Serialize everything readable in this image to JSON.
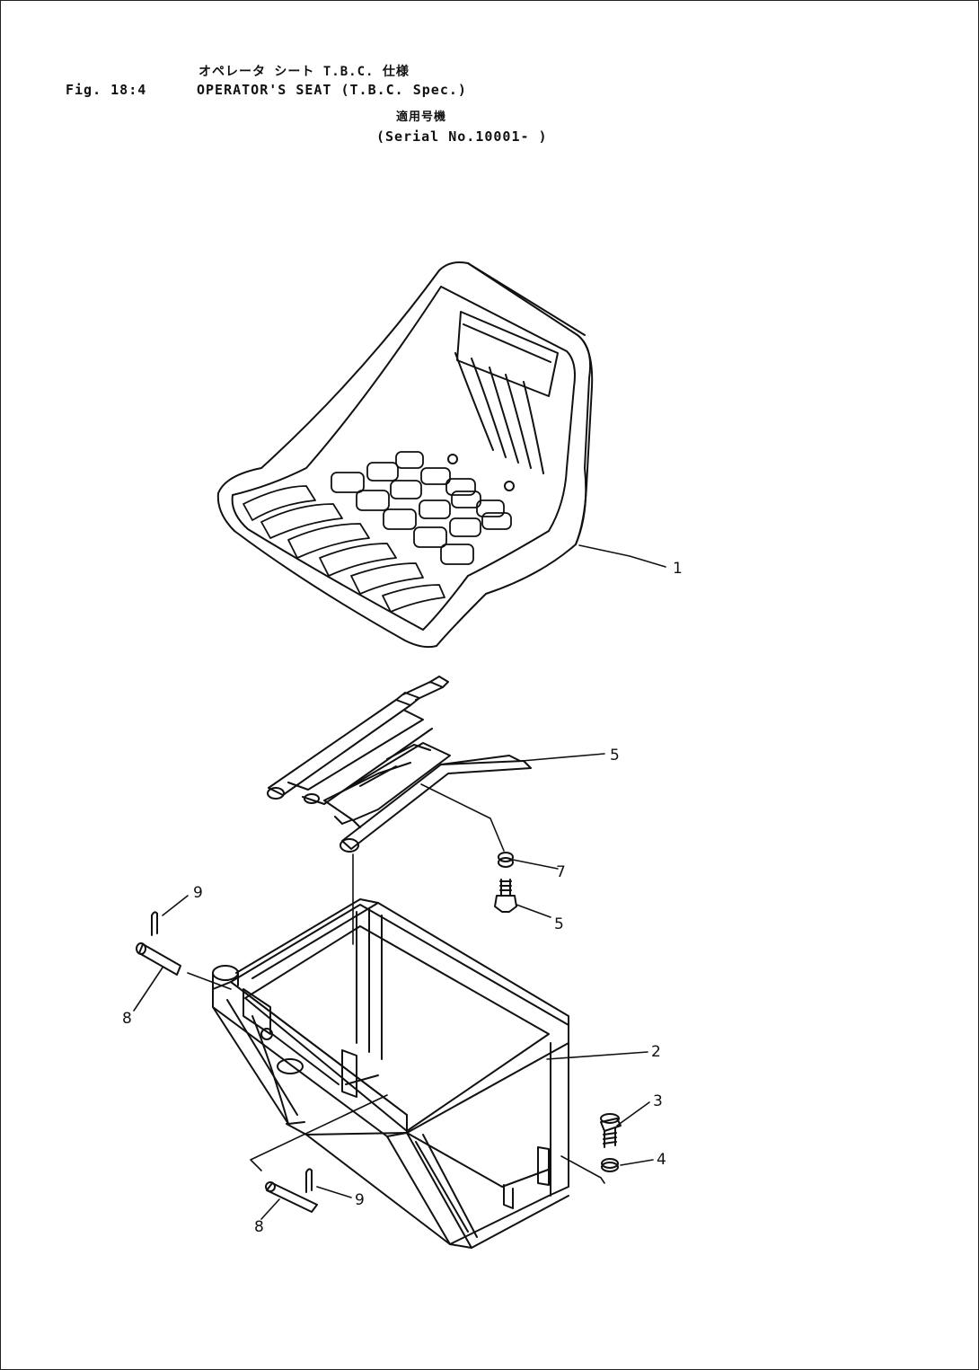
{
  "header": {
    "japanese_title": "オペレータ シート T.B.C. 仕様",
    "figure_number": "Fig. 18:4",
    "title": "OPERATOR'S SEAT (T.B.C. Spec.)",
    "japanese_serial_label": "適用号機",
    "serial": "(Serial No.10001- )"
  },
  "callouts": {
    "seat": "1",
    "frame": "2",
    "bolt": "3",
    "washer": "4",
    "slide_rail": "5",
    "bolt_upper": "5",
    "washer_upper": "7",
    "pin_upper": "8",
    "cotter_upper": "9",
    "pin_lower": "8",
    "cotter_lower": "9"
  }
}
